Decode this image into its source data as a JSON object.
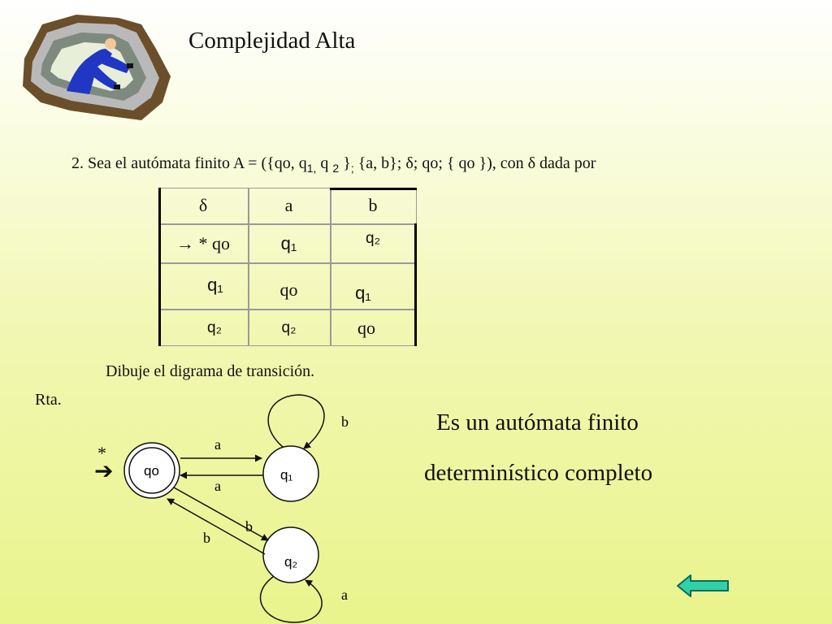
{
  "slide": {
    "title": "Complejidad Alta",
    "problem": {
      "text_start": "2. Sea el autómata finito A = ({qo, q",
      "sub1": "1,",
      "text_mid": " q ",
      "sub2": "2",
      "text_mid2": " }",
      "sub3": ";",
      "text_end": " {a, b}; δ; qo; { qo }),  con δ dada por"
    },
    "instruction": "Dibuje el digrama de transición.",
    "answer_label": "Rta.",
    "conclusion_line1": "Es un autómata finito",
    "conclusion_line2": "determinístico completo"
  },
  "table": {
    "header": [
      "δ",
      "a",
      "b"
    ],
    "rows": [
      {
        "state": "→ * qo",
        "a": "q₁",
        "b": "q₂"
      },
      {
        "state": "q₁",
        "a": "qo",
        "b": "q₁"
      },
      {
        "state": "q₂",
        "a": "q₂",
        "b": "qo"
      }
    ]
  },
  "diagram": {
    "start_marker": "➔",
    "accept_marker": "*",
    "states": [
      {
        "id": "qo",
        "label": "qo",
        "accepting": true,
        "initial": true
      },
      {
        "id": "q1",
        "label": "q₁",
        "accepting": false,
        "initial": false
      },
      {
        "id": "q2",
        "label": "q₂",
        "accepting": false,
        "initial": false
      }
    ],
    "transitions": [
      {
        "from": "qo",
        "to": "q1",
        "symbol": "a"
      },
      {
        "from": "q1",
        "to": "qo",
        "symbol": "a"
      },
      {
        "from": "q1",
        "to": "q1",
        "symbol": "b"
      },
      {
        "from": "qo",
        "to": "q2",
        "symbol": "b"
      },
      {
        "from": "q2",
        "to": "qo",
        "symbol": "b"
      },
      {
        "from": "q2",
        "to": "q2",
        "symbol": "a"
      }
    ]
  },
  "colors": {
    "nav_arrow_fill": "#2fd1a8",
    "nav_arrow_stroke": "#0a6b58",
    "figure_suit": "#2236c4"
  },
  "icons": {
    "clipart": "climbing-person-icon",
    "nav": "back-arrow-icon"
  }
}
